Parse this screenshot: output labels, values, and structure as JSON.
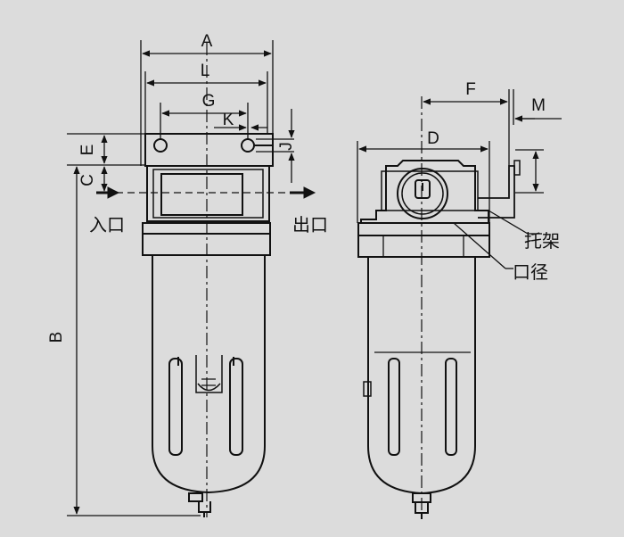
{
  "colors": {
    "background": "#dcdcdc",
    "line": "#111111",
    "body_fill": "#e4e4e4"
  },
  "labels": {
    "dim_a": "A",
    "dim_l": "L",
    "dim_g": "G",
    "dim_k": "K",
    "dim_j": "J",
    "dim_e": "E",
    "dim_c": "C",
    "dim_b": "B",
    "dim_d": "D",
    "dim_f": "F",
    "dim_m": "M",
    "inlet": "入口",
    "outlet": "出口",
    "bracket": "托架",
    "port_size": "口径"
  }
}
